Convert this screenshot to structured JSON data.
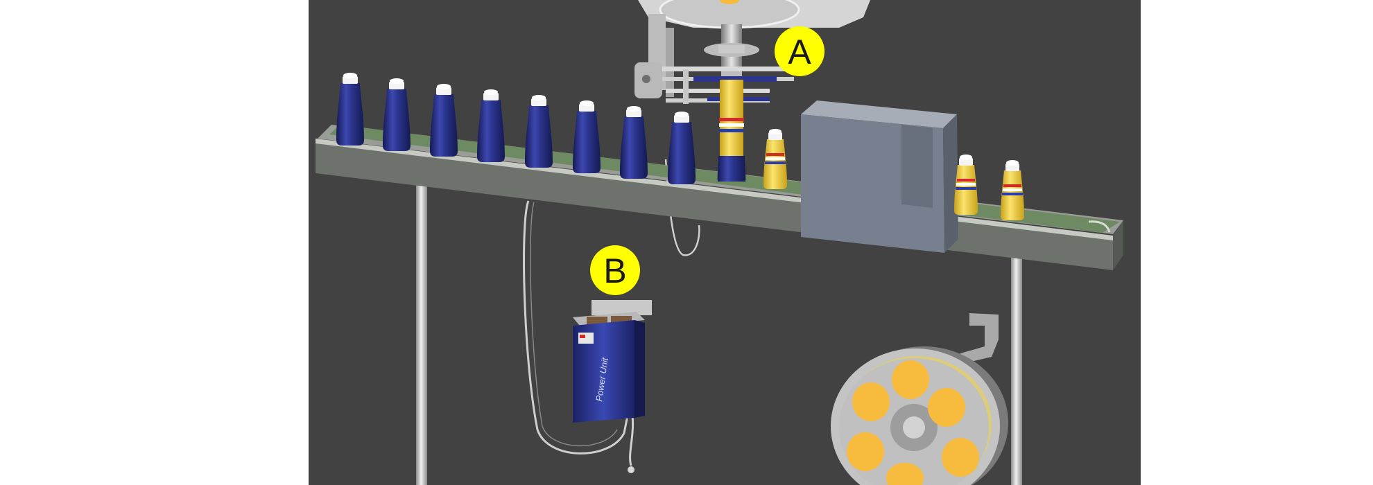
{
  "callouts": [
    {
      "letter": "A"
    },
    {
      "letter": "B"
    }
  ],
  "power_unit": {
    "label": "Power Unit"
  },
  "colors": {
    "background": "#424242",
    "bottle_blue": "#262e82",
    "bottle_labeled": "#f3d34a",
    "callout_yellow": "#ffff00",
    "conveyor": "#6e726c",
    "belt": "#6e8a62",
    "reel_disc": "#f7bb3d"
  },
  "icons": [
    "bottle-icon",
    "labeler-head-icon",
    "power-unit-icon",
    "label-reel-icon",
    "inspection-hood-icon"
  ]
}
